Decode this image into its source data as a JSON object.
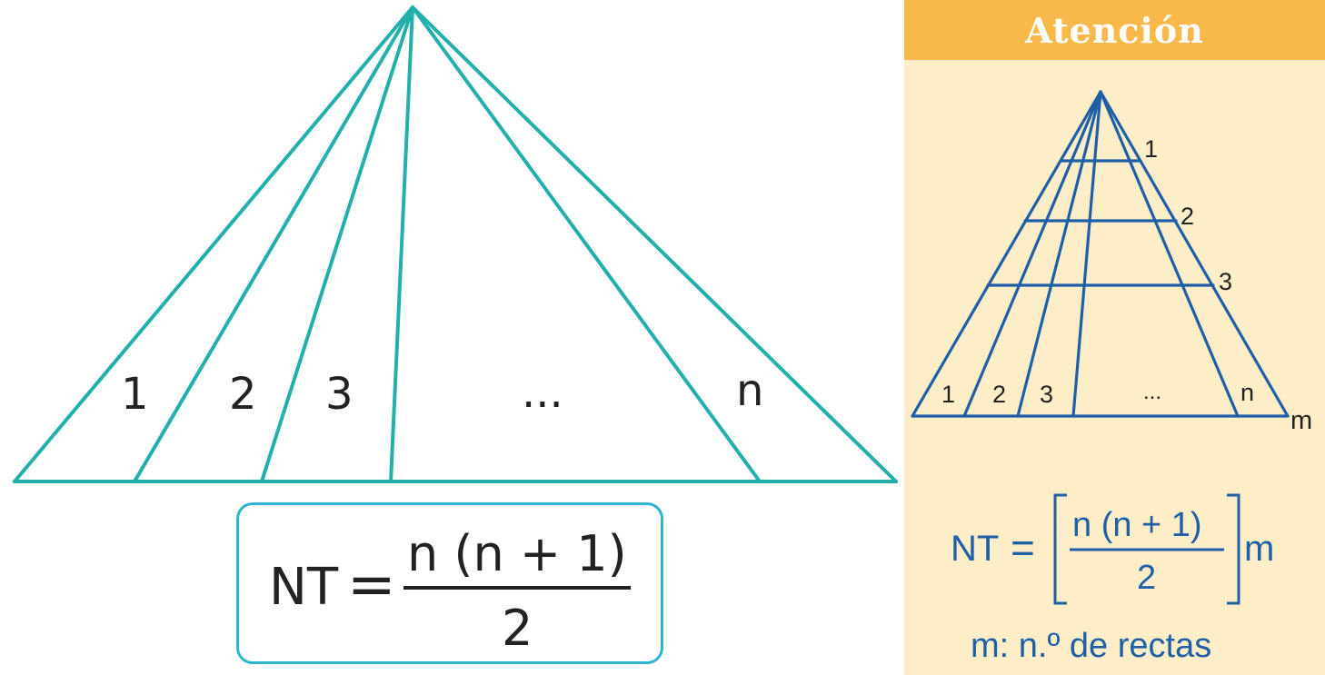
{
  "main_diagram": {
    "region_labels": [
      "1",
      "2",
      "3",
      "...",
      "n"
    ],
    "formula": {
      "lhs": "NT",
      "equals": "=",
      "numerator": "n (n + 1)",
      "denominator": "2"
    }
  },
  "attention_panel": {
    "title": "Atención",
    "row_labels": [
      "1",
      "2",
      "3"
    ],
    "region_labels": [
      "1",
      "2",
      "3",
      "...",
      "n"
    ],
    "base_label": "m",
    "formula": {
      "lhs": "NT",
      "equals": "=",
      "numerator": "n (n + 1)",
      "denominator": "2",
      "multiplier": "m"
    },
    "legend": "m: n.º de rectas"
  },
  "colors": {
    "main_lines": "#23afab",
    "box_border": "#2bb5cf",
    "panel_bg": "#fdeec8",
    "panel_header": "#f8b84a",
    "panel_lines": "#1f5fa8"
  }
}
